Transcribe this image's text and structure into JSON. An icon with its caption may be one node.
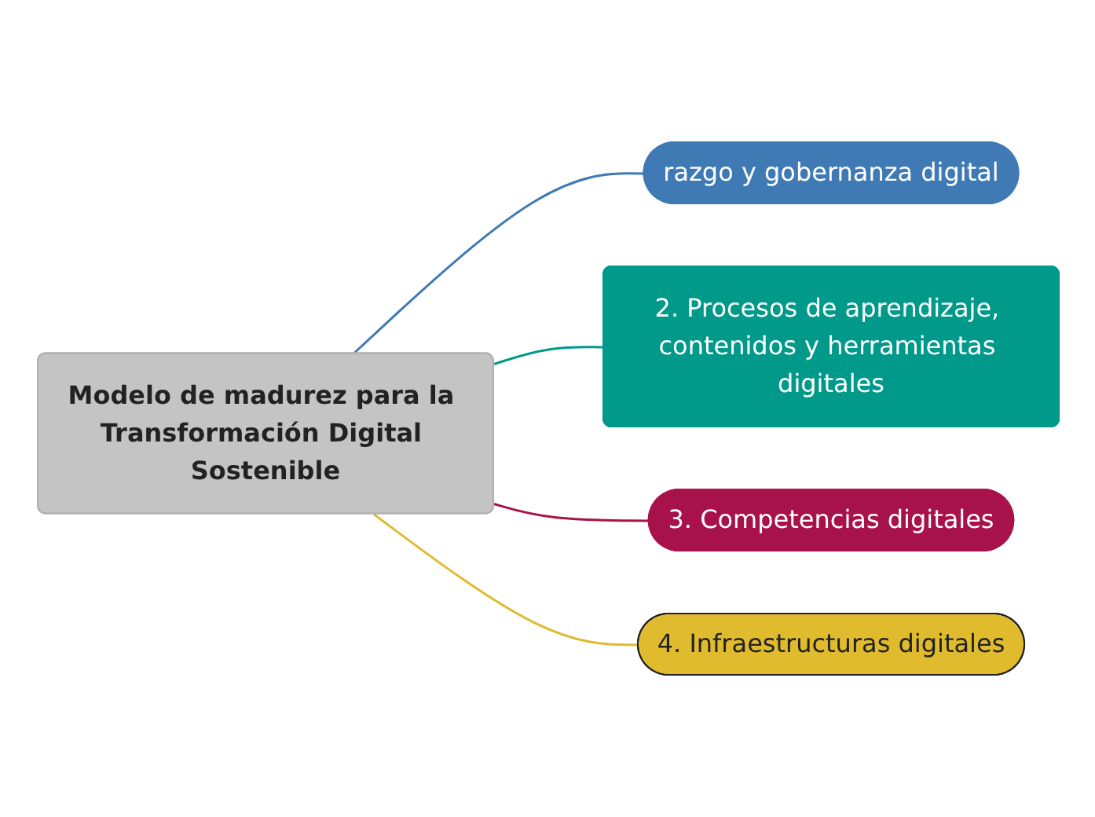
{
  "diagram": {
    "nodes": [
      {
        "text": [
          "Modelo de madurez para la Transformación Digital Sostenible"
        ]
      },
      {
        "text": [
          "razgo y gobernanza digital"
        ]
      },
      {
        "text": [
          "2. Procesos de aprendizaje, contenidos y herramientas digitales"
        ]
      },
      {
        "text": [
          "3. Competencias digitales"
        ]
      },
      {
        "text": [
          "4. Infraestructuras digitales"
        ]
      }
    ],
    "edges": [
      {
        "from": 0,
        "to": 1,
        "arrow": "none",
        "color": "#3f7ab5"
      },
      {
        "from": 0,
        "to": 2,
        "arrow": "none",
        "color": "#00998a"
      },
      {
        "from": 0,
        "to": 3,
        "arrow": "none",
        "color": "#a8124a"
      },
      {
        "from": 0,
        "to": 4,
        "arrow": "none",
        "color": "#e0bb2e"
      }
    ]
  }
}
